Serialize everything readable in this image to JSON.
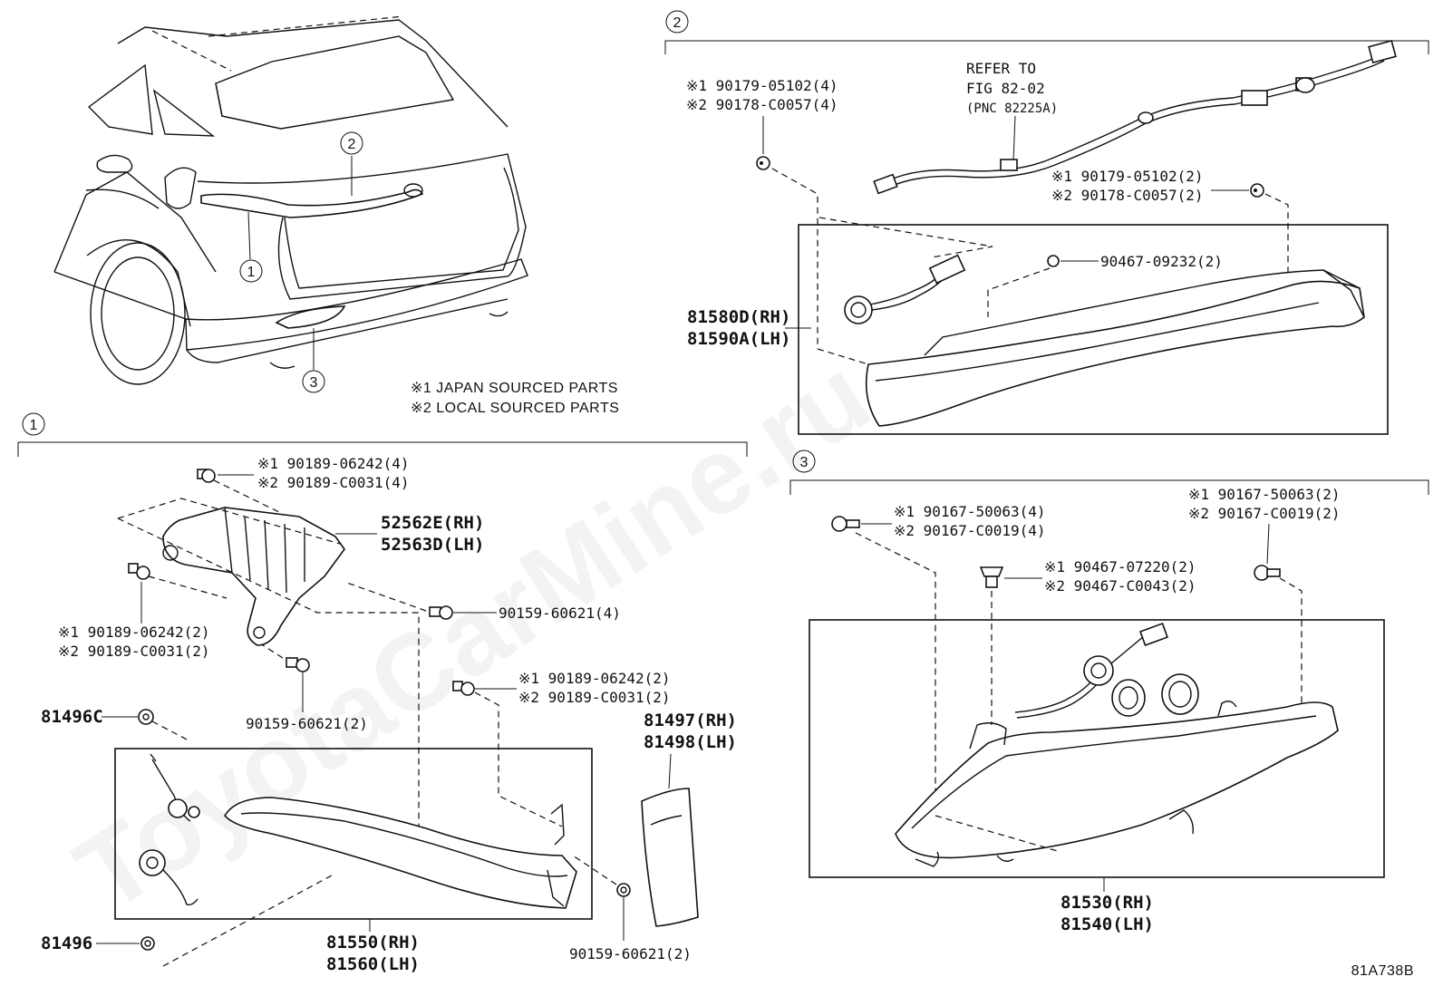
{
  "watermark": "ToyotaCarMine.ru",
  "figure_code": "81A738B",
  "notes": {
    "japan": "※1 JAPAN SOURCED PARTS",
    "local": "※2 LOCAL SOURCED PARTS"
  },
  "overview": {
    "callouts": [
      "1",
      "2",
      "3"
    ]
  },
  "section1": {
    "number": "1",
    "bracket_labels": [
      "52562E(RH)",
      "52563D(LH)"
    ],
    "bolt_top": [
      "※1 90189-06242(4)",
      "※2 90189-C0031(4)"
    ],
    "bolt_left": [
      "※1 90189-06242(2)",
      "※2 90189-C0031(2)"
    ],
    "screw_a": "90159-60621(4)",
    "screw_b": "90159-60621(2)",
    "bolt_mid": [
      "※1 90189-06242(2)",
      "※2 90189-C0031(2)"
    ],
    "socket_1": "81496C",
    "socket_2": "81496",
    "reflector": [
      "81497(RH)",
      "81498(LH)"
    ],
    "lamp": [
      "81550(RH)",
      "81560(LH)"
    ],
    "screw_c": "90159-60621(2)"
  },
  "section2": {
    "number": "2",
    "refer": [
      "REFER TO",
      "FIG 82-02",
      "(PNC 82225A)"
    ],
    "nut_left": [
      "※1 90179-05102(4)",
      "※2 90178-C0057(4)"
    ],
    "nut_right": [
      "※1 90179-05102(2)",
      "※2 90178-C0057(2)"
    ],
    "clip": "90467-09232(2)",
    "lamp": [
      "81580D(RH)",
      "81590A(LH)"
    ]
  },
  "section3": {
    "number": "3",
    "bolt_left": [
      "※1 90167-50063(4)",
      "※2 90167-C0019(4)"
    ],
    "bolt_right": [
      "※1 90167-50063(2)",
      "※2 90167-C0019(2)"
    ],
    "clip": [
      "※1 90467-07220(2)",
      "※2 90467-C0043(2)"
    ],
    "lamp": [
      "81530(RH)",
      "81540(LH)"
    ]
  }
}
